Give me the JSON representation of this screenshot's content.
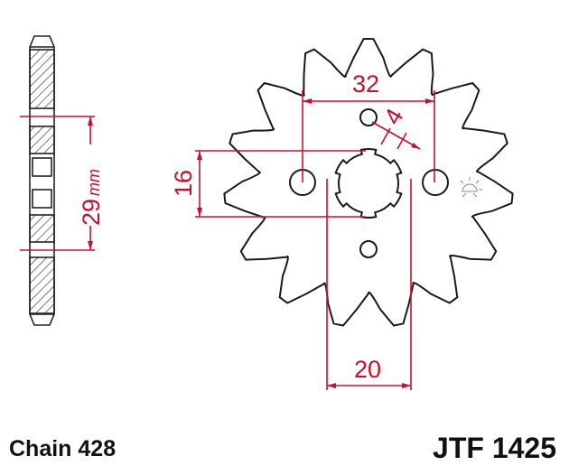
{
  "dimensions": {
    "hub_width": "29",
    "hub_width_unit": "mm",
    "bolt_spacing": "32",
    "spline_height": "16",
    "spline_width": "20",
    "keyway": "4"
  },
  "chain_label": "Chain 428",
  "part_number": "JTF 1425",
  "colors": {
    "outline": "#1a1a1a",
    "dimension": "#c8102e",
    "icon": "#888888"
  },
  "icons": [
    "sun-icon"
  ]
}
